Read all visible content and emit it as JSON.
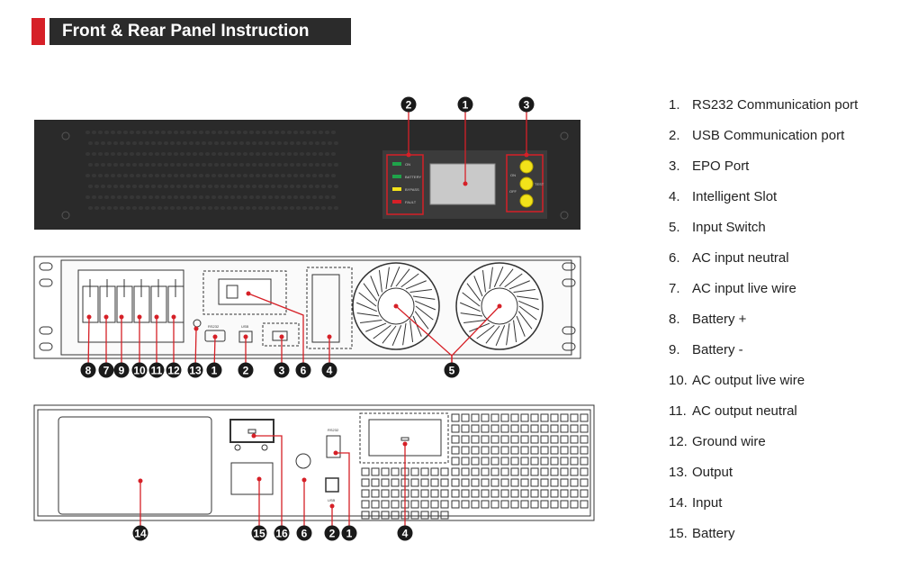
{
  "title": "Front & Rear Panel Instruction",
  "front_panel": {
    "leds": [
      "ON",
      "BATTERY",
      "BYPASS",
      "FAULT"
    ],
    "led_colors": [
      "#1fa34a",
      "#1fa34a",
      "#f2e21a",
      "#d62027"
    ],
    "button_labels": {
      "on": "ON",
      "off": "OFF",
      "test": "TEST"
    },
    "callouts": [
      "2",
      "1",
      "3"
    ]
  },
  "rear_panel_1": {
    "port_labels": {
      "rs232": "RS232",
      "usb": "USB"
    },
    "callouts": [
      "8",
      "7",
      "9",
      "10",
      "11",
      "12",
      "13",
      "1",
      "2",
      "3",
      "6",
      "4",
      "5"
    ]
  },
  "rear_panel_2": {
    "port_labels": {
      "rs232": "RS232",
      "usb": "USB"
    },
    "callouts": [
      "14",
      "15",
      "16",
      "6",
      "2",
      "1",
      "4"
    ]
  },
  "legend": [
    {
      "num": "1.",
      "label": "RS232 Communication port"
    },
    {
      "num": "2.",
      "label": "USB Communication port"
    },
    {
      "num": "3.",
      "label": "EPO Port"
    },
    {
      "num": "4.",
      "label": "Intelligent Slot"
    },
    {
      "num": "5.",
      "label": "Input Switch"
    },
    {
      "num": "6.",
      "label": "AC input neutral"
    },
    {
      "num": "7.",
      "label": "AC input live wire"
    },
    {
      "num": "8.",
      "label": "Battery +"
    },
    {
      "num": "9.",
      "label": "Battery -"
    },
    {
      "num": "10.",
      "label": "AC output live wire"
    },
    {
      "num": "11.",
      "label": "AC output neutral"
    },
    {
      "num": "12.",
      "label": "Ground wire"
    },
    {
      "num": "13.",
      "label": "Output"
    },
    {
      "num": "14.",
      "label": "Input"
    },
    {
      "num": "15.",
      "label": "Battery"
    }
  ],
  "colors": {
    "accent": "#d62027",
    "panel": "#2a2a2a",
    "callout": "#1a1a1a"
  }
}
